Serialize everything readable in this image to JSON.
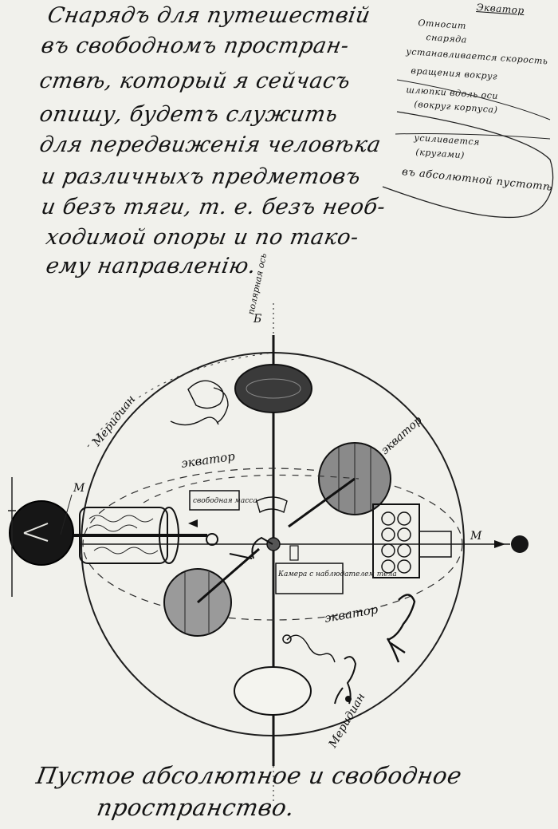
{
  "manuscript": {
    "main_text": [
      "Снарядъ для путешествій",
      "въ свободномъ простран-",
      "ствѣ, который я сейчасъ",
      "опишу, будетъ служить",
      "для передвиженія человѣка",
      "и различныхъ предметовъ",
      "и безъ тяги, т. е. безъ необ-",
      "ходимой опоры и по тако-",
      "ему направленію."
    ],
    "margin_note": {
      "header": "Экватор",
      "lines": [
        "Относит",
        "снаряда",
        "устанавливается скорость",
        "вращения вокруг",
        "шлюпки вдоль оси",
        "(вокруг корпуса)",
        "усиливается",
        "(кругами)"
      ],
      "inline_addition": "въ абсолютной пустотѣ"
    },
    "diagram_labels": {
      "axis_top": "полярная ось",
      "axis_letter_b": "Б",
      "meridian_top": "Меридиан",
      "meridian_bottom": "Меридиан",
      "equator_upper": "экватор",
      "equator_right": "экватор",
      "equator_lower": "экватор",
      "m_left": "М",
      "m_right": "М",
      "box_left": "свободная масса",
      "box_center": "Камера с наблюдателем тела"
    },
    "bottom_text": [
      "Пустое абсолютное и свободное",
      "пространство."
    ]
  }
}
